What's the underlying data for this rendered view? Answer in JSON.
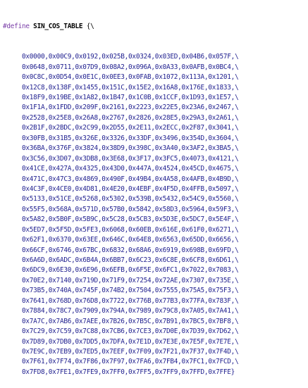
{
  "directive": "#define",
  "macro_name": "SIN_COS_TABLE",
  "open": " {\\",
  "rows": [
    "0x0000,0x00C9,0x0192,0x025B,0x0324,0x03ED,0x04B6,0x057F,\\",
    "0x0648,0x0711,0x07D9,0x08A2,0x096A,0x0A33,0x0AFB,0x0BC4,\\",
    "0x0C8C,0x0D54,0x0E1C,0x0EE3,0x0FAB,0x1072,0x113A,0x1201,\\",
    "0x12C8,0x138F,0x1455,0x151C,0x15E2,0x16A8,0x176E,0x1833,\\",
    "0x18F9,0x19BE,0x1A82,0x1B47,0x1C0B,0x1CCF,0x1D93,0x1E57,\\",
    "0x1F1A,0x1FDD,0x209F,0x2161,0x2223,0x22E5,0x23A6,0x2467,\\",
    "0x2528,0x25E8,0x26A8,0x2767,0x2826,0x28E5,0x29A3,0x2A61,\\",
    "0x2B1F,0x2BDC,0x2C99,0x2D55,0x2E11,0x2ECC,0x2F87,0x3041,\\",
    "0x30FB,0x31B5,0x326E,0x3326,0x33DF,0x3496,0x354D,0x3604,\\",
    "0x36BA,0x376F,0x3824,0x38D9,0x398C,0x3A40,0x3AF2,0x3BA5,\\",
    "0x3C56,0x3D07,0x3DB8,0x3E68,0x3F17,0x3FC5,0x4073,0x4121,\\",
    "0x41CE,0x427A,0x4325,0x43D0,0x447A,0x4524,0x45CD,0x4675,\\",
    "0x471C,0x47C3,0x4869,0x490F,0x49B4,0x4A58,0x4AFB,0x4B9D,\\",
    "0x4C3F,0x4CE0,0x4D81,0x4E20,0x4EBF,0x4F5D,0x4FFB,0x5097,\\",
    "0x5133,0x51CE,0x5268,0x5302,0x539B,0x5432,0x54C9,0x5560,\\",
    "0x55F5,0x568A,0x571D,0x57B0,0x5842,0x58D3,0x5964,0x59F3,\\",
    "0x5A82,0x5B0F,0x5B9C,0x5C28,0x5CB3,0x5D3E,0x5DC7,0x5E4F,\\",
    "0x5ED7,0x5F5D,0x5FE3,0x6068,0x60EB,0x616E,0x61F0,0x6271,\\",
    "0x62F1,0x6370,0x63EE,0x646C,0x64E8,0x6563,0x65DD,0x6656,\\",
    "0x66CF,0x6746,0x67BC,0x6832,0x68A6,0x6919,0x698B,0x69FD,\\",
    "0x6A6D,0x6ADC,0x6B4A,0x6BB7,0x6C23,0x6C8E,0x6CF8,0x6D61,\\",
    "0x6DC9,0x6E30,0x6E96,0x6EFB,0x6F5E,0x6FC1,0x7022,0x7083,\\",
    "0x70E2,0x7140,0x719D,0x71F9,0x7254,0x72AE,0x7307,0x735E,\\",
    "0x73B5,0x740A,0x745F,0x74B2,0x7504,0x7555,0x75A5,0x75F3,\\",
    "0x7641,0x768D,0x76D8,0x7722,0x776B,0x77B3,0x77FA,0x783F,\\",
    "0x7884,0x78C7,0x7909,0x794A,0x7989,0x79C8,0x7A05,0x7A41,\\",
    "0x7A7C,0x7AB6,0x7AEE,0x7B26,0x7B5C,0x7B91,0x7BC5,0x7BF8,\\",
    "0x7C29,0x7C59,0x7C88,0x7CB6,0x7CE3,0x7D0E,0x7D39,0x7D62,\\",
    "0x7D89,0x7DB0,0x7DD5,0x7DFA,0x7E1D,0x7E3E,0x7E5F,0x7E7E,\\",
    "0x7E9C,0x7EB9,0x7ED5,0x7EEF,0x7F09,0x7F21,0x7F37,0x7F4D,\\",
    "0x7F61,0x7F74,0x7F86,0x7F97,0x7FA6,0x7FB4,0x7FC1,0x7FCD,\\",
    "0x7FD8,0x7FE1,0x7FE9,0x7FF0,0x7FF5,0x7FF9,0x7FFD,0x7FFE}"
  ],
  "colors": {
    "background": "#ffffff",
    "directive": "#7a3ea8",
    "identifier": "#000000",
    "numbers": "#1a1a80"
  }
}
